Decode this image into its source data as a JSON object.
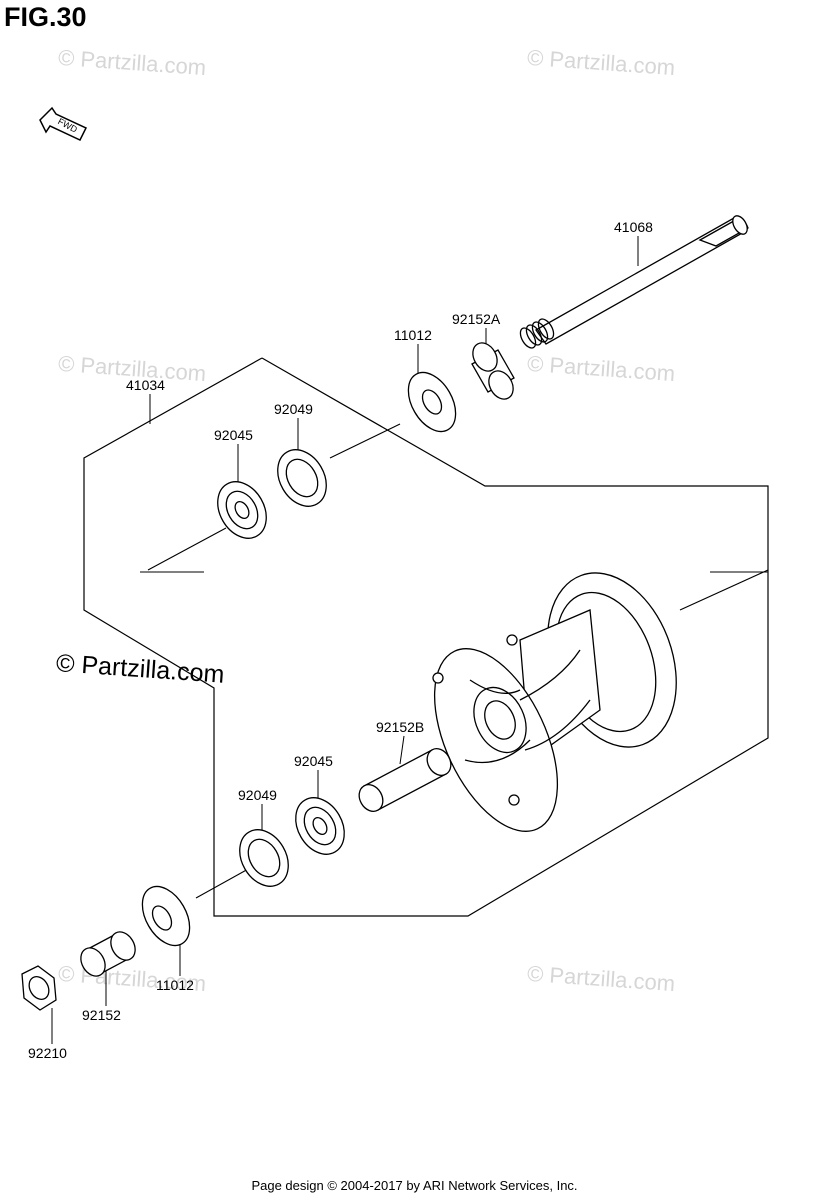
{
  "figure": {
    "title": "FIG.30"
  },
  "direction_arrow": {
    "label": "FWD",
    "icon": "forward-arrow-icon"
  },
  "watermark": {
    "text": "© Partzilla.com"
  },
  "parts": {
    "axle": "41068",
    "collar_a": "92152A",
    "seal_upper": "11012",
    "hub_assy": "41034",
    "oil_seal_upper": "92049",
    "bearing_upper": "92045",
    "collar_b": "92152B",
    "bearing_lower": "92045",
    "oil_seal_lower": "92049",
    "seal_lower": "11012",
    "collar": "92152",
    "nut": "92210"
  },
  "footer": {
    "text": "Page design © 2004-2017 by ARI Network Services, Inc."
  }
}
